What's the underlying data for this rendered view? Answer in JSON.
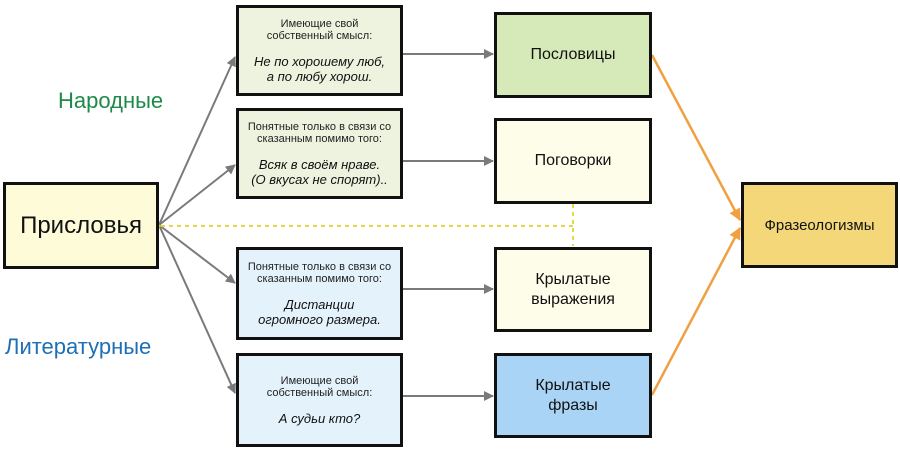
{
  "colors": {
    "green_label": "#1e8a4a",
    "blue_label": "#1f6fb5",
    "arrow_gray": "#7a7a7a",
    "arrow_orange": "#f0a040",
    "dotted_yellow": "#e8d840",
    "box_green": "#d6e9b8",
    "box_cream": "#fdfde9",
    "box_light_green": "#eef3df",
    "box_light_blue": "#e4f2fc",
    "box_blue": "#a9d4f5",
    "box_gold": "#f3d779",
    "box_prislovya": "#fdfbd8"
  },
  "labels": {
    "folk": "Народные",
    "literary": "Литературные"
  },
  "source": "Присловья",
  "examples": [
    {
      "desc": "Имеющие свой собственный смысл:",
      "example_lines": [
        "Не по хорошему люб,",
        "а по любу хорош."
      ]
    },
    {
      "desc": "Понятные только в связи со сказанным помимо того:",
      "example_lines": [
        "Всяк в своём нраве.",
        "(О вкусах не спорят).."
      ]
    },
    {
      "desc": "Понятные только в связи со сказанным помимо того:",
      "example_lines": [
        "Дистанции",
        "огромного размера."
      ]
    },
    {
      "desc": "Имеющие свой собственный смысл:",
      "example_lines": [
        "А судьи кто?"
      ]
    }
  ],
  "categories": [
    {
      "lines": [
        "Пословицы"
      ]
    },
    {
      "lines": [
        "Поговорки"
      ]
    },
    {
      "lines": [
        "Крылатые",
        "выражения"
      ]
    },
    {
      "lines": [
        "Крылатые",
        "фразы"
      ]
    }
  ],
  "target": "Фразеологизмы"
}
